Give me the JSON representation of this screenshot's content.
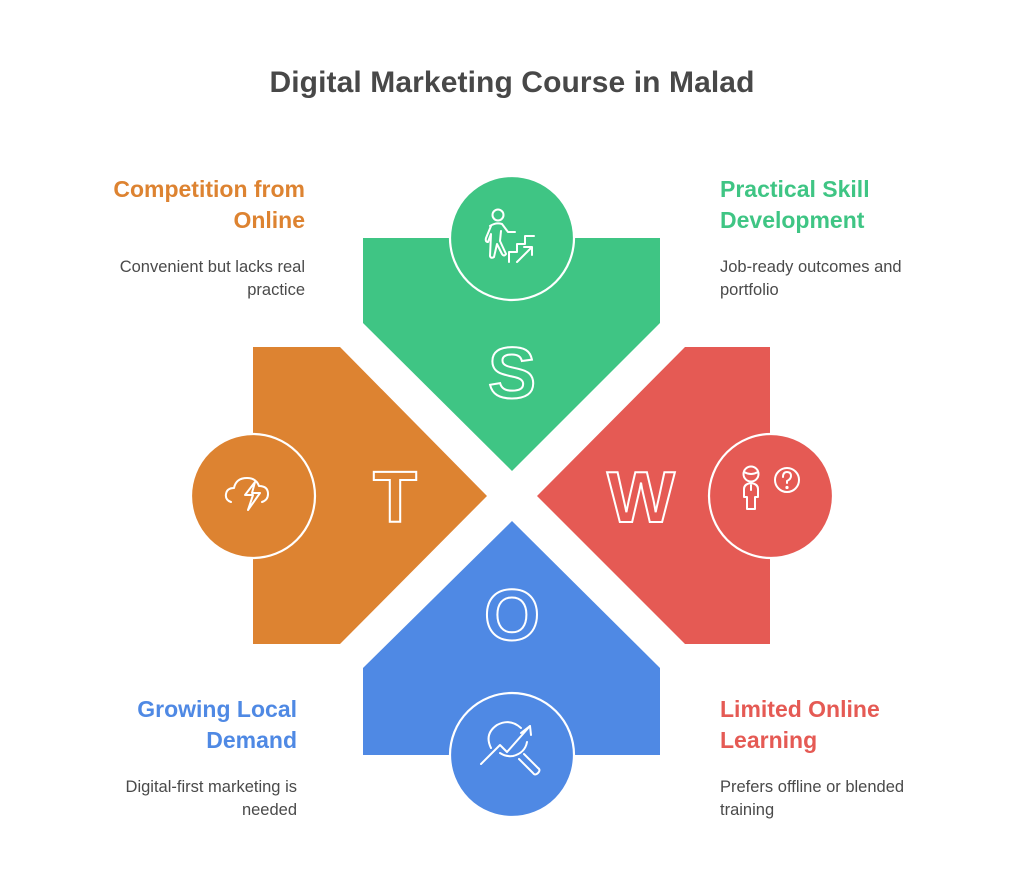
{
  "title": "Digital Marketing Course in Malad",
  "colors": {
    "strength": "#3fc584",
    "weakness": "#e55a54",
    "opportunity": "#4f89e4",
    "threat": "#dd8331",
    "title_text": "#484848",
    "desc_text": "#4a4a4a"
  },
  "quadrants": {
    "strength": {
      "letter": "S",
      "heading": "Practical Skill Development",
      "heading_lines": [
        "Practical Skill",
        "Development"
      ],
      "description": "Job-ready outcomes and portfolio",
      "icon": "person-climbing-stairs-icon"
    },
    "weakness": {
      "letter": "W",
      "heading": "Limited Online Learning",
      "heading_lines": [
        "Limited Online",
        "Learning"
      ],
      "description": "Prefers offline or blended training",
      "icon": "person-question-icon"
    },
    "opportunity": {
      "letter": "O",
      "heading": "Growing Local Demand",
      "heading_lines": [
        "Growing Local",
        "Demand"
      ],
      "description": "Digital-first marketing is needed",
      "icon": "trend-magnifier-icon"
    },
    "threat": {
      "letter": "T",
      "heading": "Competition from Online",
      "heading_lines": [
        "Competition from",
        "Online"
      ],
      "description": "Convenient but lacks real practice",
      "icon": "storm-cloud-icon"
    }
  }
}
